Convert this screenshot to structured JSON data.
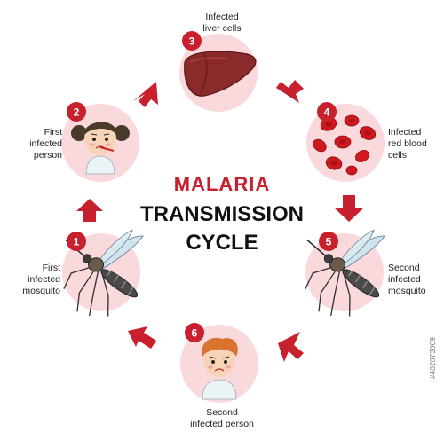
{
  "title": {
    "line1": "MALARIA",
    "line2": "TRANSMISSION",
    "line3": "CYCLE"
  },
  "stages": [
    {
      "num": "1",
      "lines": [
        "First",
        "infected",
        "mosquito"
      ]
    },
    {
      "num": "2",
      "lines": [
        "First",
        "infected",
        "person"
      ]
    },
    {
      "num": "3",
      "lines": [
        "Infected",
        "liver cells"
      ]
    },
    {
      "num": "4",
      "lines": [
        "Infected",
        "red blood",
        "cells"
      ]
    },
    {
      "num": "5",
      "lines": [
        "Second",
        "infected",
        "mosquito"
      ]
    },
    {
      "num": "6",
      "lines": [
        "Second",
        "infected person"
      ]
    }
  ],
  "stock_id": "#402073069",
  "colors": {
    "accent": "#c8202d",
    "circle_fill": "#f9d9dc",
    "arrow": "#c8202d",
    "title_dark": "#111111"
  },
  "icons": {
    "stage1": "mosquito-icon",
    "stage2": "sick-girl-icon",
    "stage3": "liver-icon",
    "stage4": "red-blood-cells-icon",
    "stage5": "mosquito-icon",
    "stage6": "sick-boy-icon"
  }
}
